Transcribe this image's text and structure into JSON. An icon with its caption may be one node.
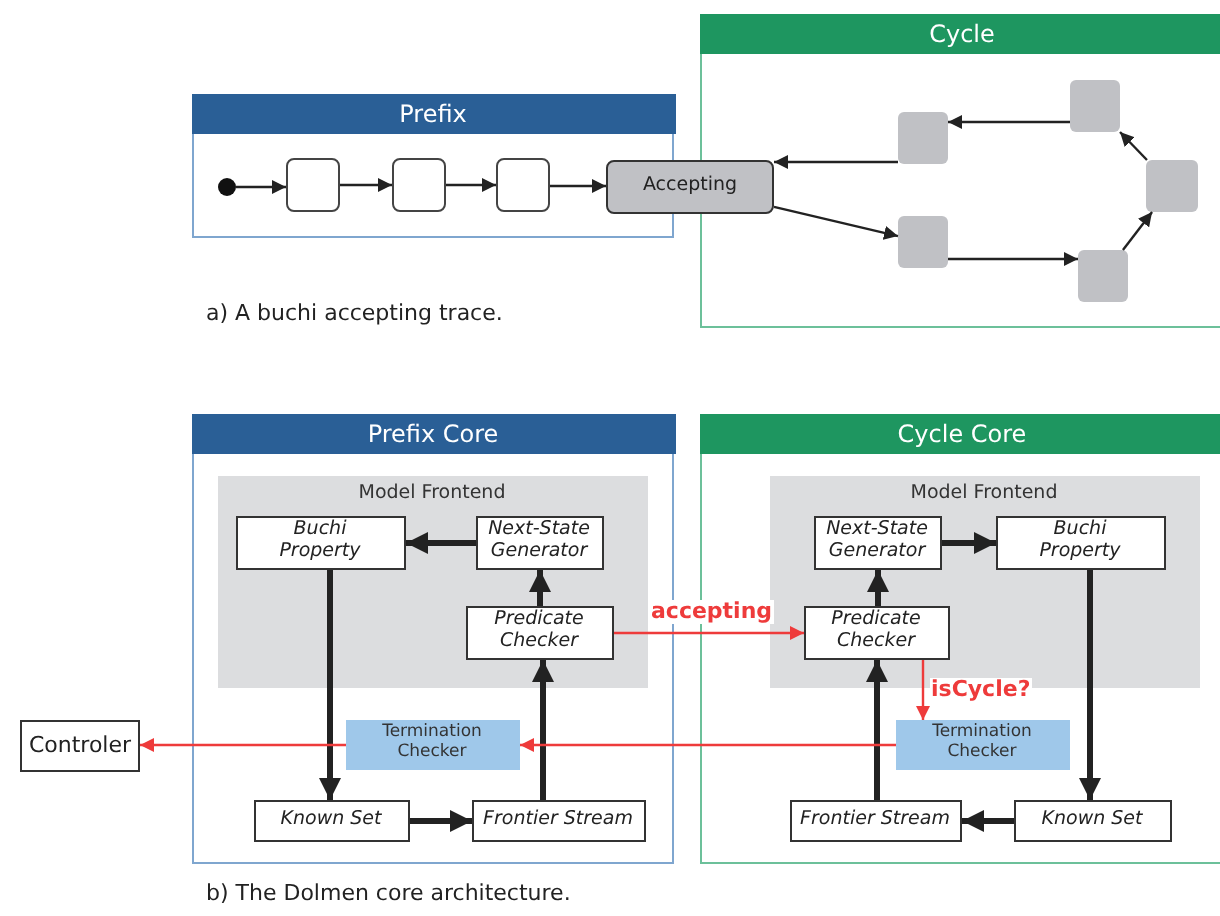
{
  "diagram": {
    "nodes": [
      {
        "text": [
          "Prefix"
        ]
      },
      {
        "text": [],
        "shape": "circle",
        "in": 0
      },
      {
        "text": [],
        "shape": "box",
        "in": 0
      },
      {
        "text": [],
        "shape": "box",
        "in": 0
      },
      {
        "text": [],
        "shape": "box",
        "in": 0
      },
      {
        "text": [
          "Accepting"
        ]
      },
      {
        "text": [
          "Cycle"
        ]
      },
      {
        "text": [],
        "shape": "box",
        "in": 6
      },
      {
        "text": [],
        "shape": "box",
        "in": 6
      },
      {
        "text": [],
        "shape": "box",
        "in": 6
      },
      {
        "text": [],
        "shape": "box",
        "in": 6
      },
      {
        "text": [],
        "shape": "box",
        "in": 6
      },
      {
        "text": [
          "Prefix Core"
        ]
      },
      {
        "text": [
          "Model Frontend"
        ],
        "in": 12
      },
      {
        "text": [
          "Buchi Property"
        ],
        "in": 13
      },
      {
        "text": [
          "Next-State Generator"
        ],
        "in": 13
      },
      {
        "text": [
          "Predicate Checker"
        ],
        "in": 13
      },
      {
        "text": [
          "Termination Checker"
        ],
        "in": 12
      },
      {
        "text": [
          "Known Set"
        ],
        "in": 12
      },
      {
        "text": [
          "Frontier Stream"
        ],
        "in": 12
      },
      {
        "text": [
          "Controler"
        ]
      },
      {
        "text": [
          "Cycle Core"
        ]
      },
      {
        "text": [
          "Model Frontend"
        ],
        "in": 21
      },
      {
        "text": [
          "Next-State Generator"
        ],
        "in": 22
      },
      {
        "text": [
          "Buchi Property"
        ],
        "in": 22
      },
      {
        "text": [
          "Predicate Checker"
        ],
        "in": 22
      },
      {
        "text": [
          "Termination Checker"
        ],
        "in": 21
      },
      {
        "text": [
          "Frontier Stream"
        ],
        "in": 21
      },
      {
        "text": [
          "Known Set"
        ],
        "in": 21
      }
    ],
    "edges": [
      {
        "from": 1,
        "to": 2,
        "arrow": "to"
      },
      {
        "from": 2,
        "to": 3,
        "arrow": "to"
      },
      {
        "from": 3,
        "to": 4,
        "arrow": "to"
      },
      {
        "from": 4,
        "to": 5,
        "arrow": "to"
      },
      {
        "from": 5,
        "to": 8,
        "arrow": "to"
      },
      {
        "from": 8,
        "to": 10,
        "arrow": "to"
      },
      {
        "from": 10,
        "to": 11,
        "arrow": "to"
      },
      {
        "from": 11,
        "to": 9,
        "arrow": "to"
      },
      {
        "from": 9,
        "to": 7,
        "arrow": "to"
      },
      {
        "from": 7,
        "to": 5,
        "arrow": "to"
      },
      {
        "from": 15,
        "to": 14,
        "arrow": "to",
        "style": "thick"
      },
      {
        "from": 16,
        "to": 15,
        "arrow": "to",
        "style": "thick"
      },
      {
        "from": 14,
        "to": 18,
        "arrow": "to",
        "style": "thick"
      },
      {
        "from": 18,
        "to": 19,
        "arrow": "to",
        "style": "thick"
      },
      {
        "from": 19,
        "to": 16,
        "arrow": "to",
        "style": "thick"
      },
      {
        "from": 16,
        "to": 25,
        "arrow": "to",
        "label": "accepting",
        "color": "#ee3b3b"
      },
      {
        "from": 23,
        "to": 24,
        "arrow": "to",
        "style": "thick"
      },
      {
        "from": 25,
        "to": 23,
        "arrow": "to",
        "style": "thick"
      },
      {
        "from": 24,
        "to": 28,
        "arrow": "to",
        "style": "thick"
      },
      {
        "from": 28,
        "to": 27,
        "arrow": "to",
        "style": "thick"
      },
      {
        "from": 27,
        "to": 25,
        "arrow": "to",
        "style": "thick"
      },
      {
        "from": 25,
        "to": 26,
        "arrow": "to",
        "label": "isCycle?",
        "color": "#ee3b3b"
      },
      {
        "from": 26,
        "to": 17,
        "arrow": "to",
        "color": "#ee3b3b"
      },
      {
        "from": 17,
        "to": 20,
        "arrow": "to",
        "color": "#ee3b3b"
      }
    ],
    "labels": [
      "a) A buchi accepting trace.",
      "b) The Dolmen core architecture."
    ]
  }
}
